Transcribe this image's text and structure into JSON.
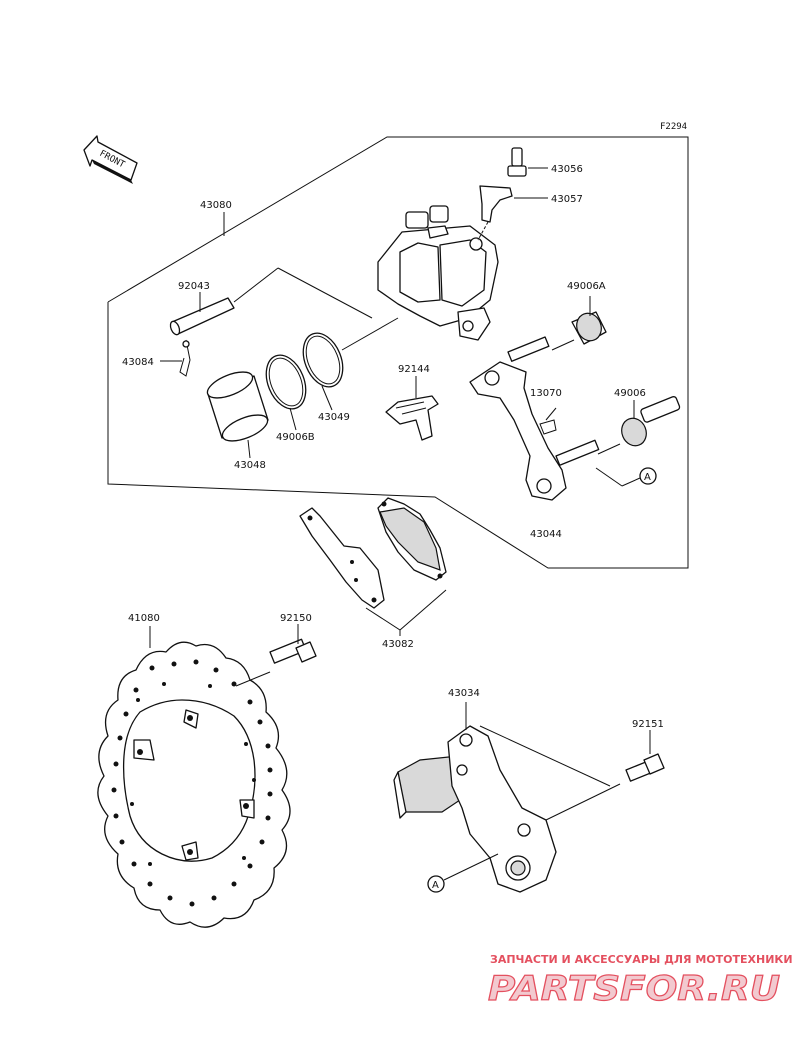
{
  "figure_code": "F2294",
  "front_label": "FRONT",
  "ref_marker": "A",
  "parts": {
    "p43056": "43056",
    "p43057": "43057",
    "p43080": "43080",
    "p92043": "92043",
    "p43084": "43084",
    "p49006A": "49006A",
    "p92144": "92144",
    "p13070": "13070",
    "p49006": "49006",
    "p43049": "43049",
    "p49006B": "49006B",
    "p43048": "43048",
    "p43044": "43044",
    "p43082": "43082",
    "p41080": "41080",
    "p92150": "92150",
    "p43034": "43034",
    "p92151": "92151"
  },
  "watermark": {
    "tagline": "ЗАПЧАСТИ И АКСЕССУАРЫ ДЛЯ МОТОТЕХНИКИ",
    "brand": "PARTSFOR.RU"
  }
}
